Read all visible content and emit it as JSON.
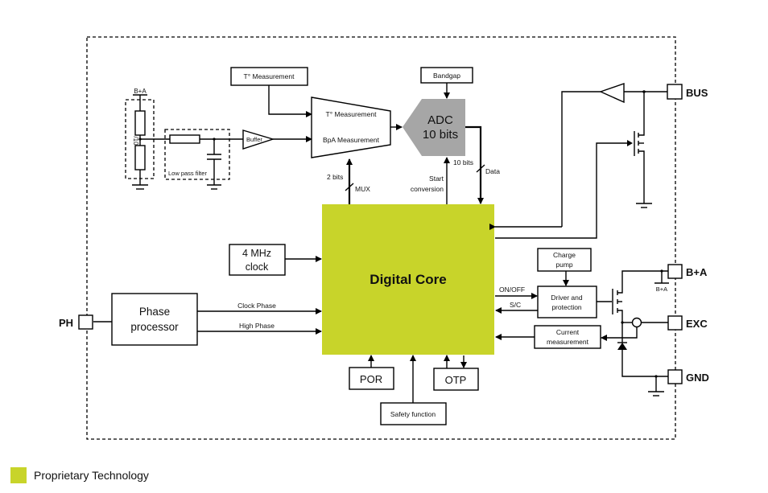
{
  "diagram": {
    "title": "Block diagram",
    "colors": {
      "proprietary": "#c8d42a",
      "adc_fill": "#a6a6a6",
      "line": "#000000"
    },
    "blocks": {
      "temp_measurement": "T° Measurement",
      "mux_top": "T° Measurement",
      "mux_bottom": "BpA Measurement",
      "bandgap": "Bandgap",
      "adc_line1": "ADC",
      "adc_line2": "10 bits",
      "buffer": "Buffer",
      "low_pass_filter": "Low pass filter",
      "divider_label": "/10",
      "divider_supply": "B+A",
      "digital_core": "Digital Core",
      "clock_line1": "4 MHz",
      "clock_line2": "clock",
      "phase_line1": "Phase",
      "phase_line2": "processor",
      "charge_pump_line1": "Charge",
      "charge_pump_line2": "pump",
      "driver_line1": "Driver and",
      "driver_line2": "protection",
      "current_line1": "Current",
      "current_line2": "measurement",
      "por": "POR",
      "otp": "OTP",
      "safety": "Safety function"
    },
    "signals": {
      "two_bits": "2 bits",
      "mux": "MUX",
      "start_line1": "Start",
      "start_line2": "conversion",
      "ten_bits": "10 bits",
      "data": "Data",
      "clock_phase": "Clock Phase",
      "high_phase": "High Phase",
      "on_off": "ON/OFF",
      "sc": "S/C",
      "ba_small": "B+A"
    },
    "pins": {
      "bus": "BUS",
      "ba": "B+A",
      "exc": "EXC",
      "gnd": "GND",
      "ph": "PH"
    }
  },
  "legend": {
    "label": "Proprietary Technology"
  }
}
